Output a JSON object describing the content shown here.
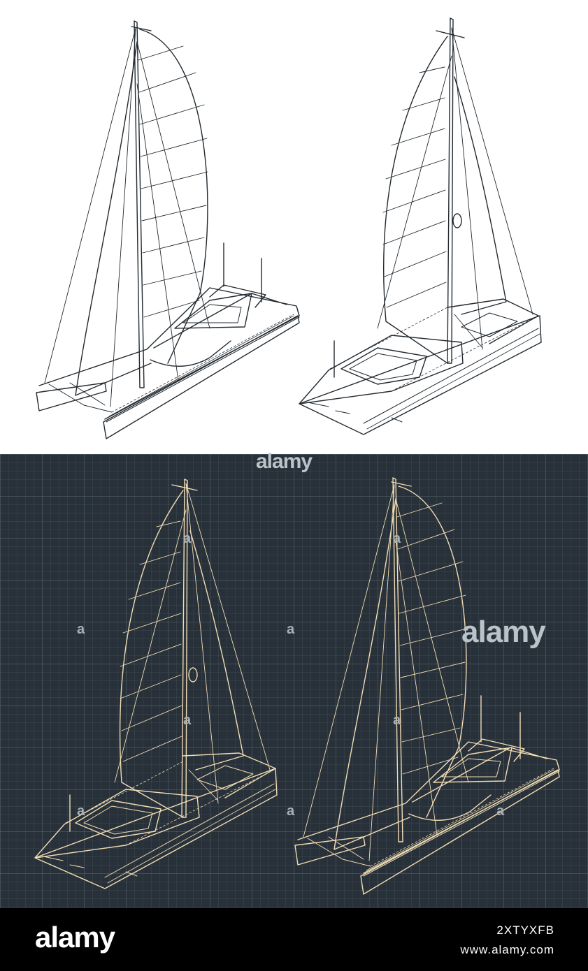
{
  "image": {
    "top_panel_background": "#ffffff",
    "top_panel_line_color": "#222a30",
    "bottom_panel_background": "#283139",
    "bottom_panel_line_color": "#f1dcb4"
  },
  "watermarks": {
    "center_logo": "alamy",
    "tile_letter": "a",
    "side_logo": "alamy"
  },
  "footer": {
    "logo": "alamy",
    "image_id": "2XTYXFB",
    "url": "www.alamy.com"
  }
}
